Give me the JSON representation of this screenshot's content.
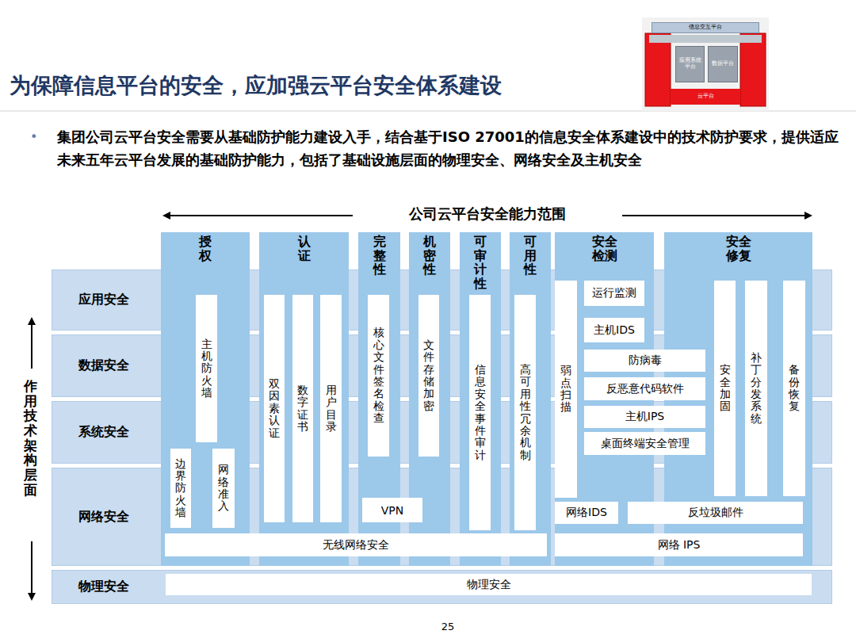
{
  "diagram": {
    "title": "为保障信息平台的安全，应加强云平台安全体系建设",
    "nodes": [
      {
        "text": [
          "应用安全"
        ]
      },
      {
        "text": [
          "数据安全"
        ]
      },
      {
        "text": [
          "系统安全"
        ]
      },
      {
        "text": [
          "网络安全"
        ]
      },
      {
        "text": [
          "物理安全"
        ]
      },
      {
        "text": [
          "授权"
        ]
      },
      {
        "text": [
          "主机防火墙"
        ],
        "in": 5
      },
      {
        "text": [
          "边界防火墙"
        ],
        "in": 5
      },
      {
        "text": [
          "网络准入"
        ],
        "in": 5
      },
      {
        "text": [
          "认证"
        ]
      },
      {
        "text": [
          "双因素认证"
        ],
        "in": 9
      },
      {
        "text": [
          "数字证书"
        ],
        "in": 9
      },
      {
        "text": [
          "用户目录"
        ],
        "in": 9
      },
      {
        "text": [
          "完整性"
        ]
      },
      {
        "text": [
          "核心文件签名检查"
        ],
        "in": 13
      },
      {
        "text": [
          "机密性"
        ]
      },
      {
        "text": [
          "文件存储加密"
        ],
        "in": 15
      },
      {
        "text": [
          "VPN"
        ]
      },
      {
        "text": [
          "可审计性"
        ]
      },
      {
        "text": [
          "信息安全事件审计"
        ],
        "in": 18
      },
      {
        "text": [
          "可用性"
        ]
      },
      {
        "text": [
          "高可用性冗余机制"
        ],
        "in": 20
      },
      {
        "text": [
          "安全检测"
        ]
      },
      {
        "text": [
          "运行监测"
        ],
        "in": 22
      },
      {
        "text": [
          "主机IDS"
        ],
        "in": 22
      },
      {
        "text": [
          "弱点扫描"
        ],
        "in": 22
      },
      {
        "text": [
          "网络IDS"
        ],
        "in": 22
      },
      {
        "text": [
          "防病毒"
        ]
      },
      {
        "text": [
          "反恶意代码软件"
        ]
      },
      {
        "text": [
          "主机IPS"
        ]
      },
      {
        "text": [
          "桌面终端安全管理"
        ]
      },
      {
        "text": [
          "安全修复"
        ]
      },
      {
        "text": [
          "安全加固"
        ],
        "in": 31
      },
      {
        "text": [
          "补丁分发系统"
        ],
        "in": 31
      },
      {
        "text": [
          "备份恢复"
        ],
        "in": 31
      },
      {
        "text": [
          "反垃圾邮件"
        ]
      },
      {
        "text": [
          "无线网络安全"
        ]
      },
      {
        "text": [
          "网络 IPS"
        ]
      },
      {
        "text": [
          "物理安全"
        ],
        "in": 4
      },
      {
        "text": [
          "信息交互平台"
        ]
      },
      {
        "text": [
          "应用系统平台"
        ]
      },
      {
        "text": [
          "数据平台"
        ]
      },
      {
        "text": [
          "云平台"
        ]
      }
    ],
    "labels": [
      "集团公司云平台安全需要从基础防护能力建设入手，结合基于ISO 27001的信息安全体系建设中的技术防护要求，提供适应未来五年云平台发展的基础防护能力，包括了基础设施层面的物理安全、网络安全及主机安全",
      "公司云平台安全能力范围",
      "作用技术架构层面",
      "25"
    ]
  }
}
